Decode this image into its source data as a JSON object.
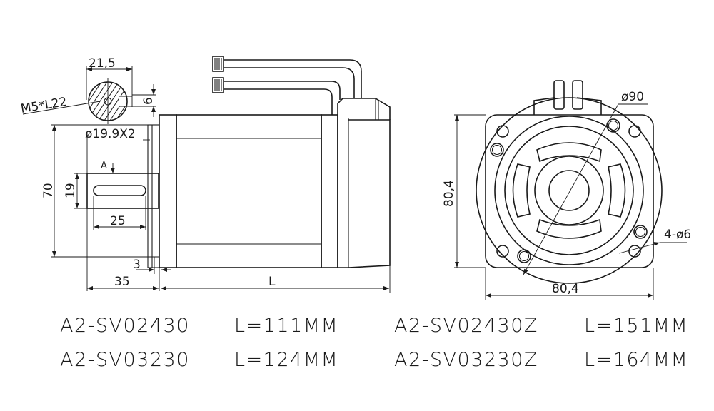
{
  "drawing": {
    "shaft_section": {
      "width_label": "21,5",
      "thread_label": "M5*L22",
      "key_depth_label": "6",
      "diameter_label": "ø19.9X2"
    },
    "side_view": {
      "height_label": "70",
      "key_width_label": "19",
      "view_marker": "A",
      "key_length_label": "25",
      "flange_offset_label": "3",
      "shaft_length_label": "35",
      "body_length_label": "L"
    },
    "front_view": {
      "bolt_circle_label": "ø90",
      "height_label": "80,4",
      "width_label": "80,4",
      "holes_label": "4-ø6"
    },
    "models": [
      {
        "name": "A2-SV02430",
        "length": "L=111MM"
      },
      {
        "name": "A2-SV03230",
        "length": "L=124MM"
      },
      {
        "name": "A2-SV02430Z",
        "length": "L=151MM"
      },
      {
        "name": "A2-SV03230Z",
        "length": "L=164MM"
      }
    ]
  }
}
